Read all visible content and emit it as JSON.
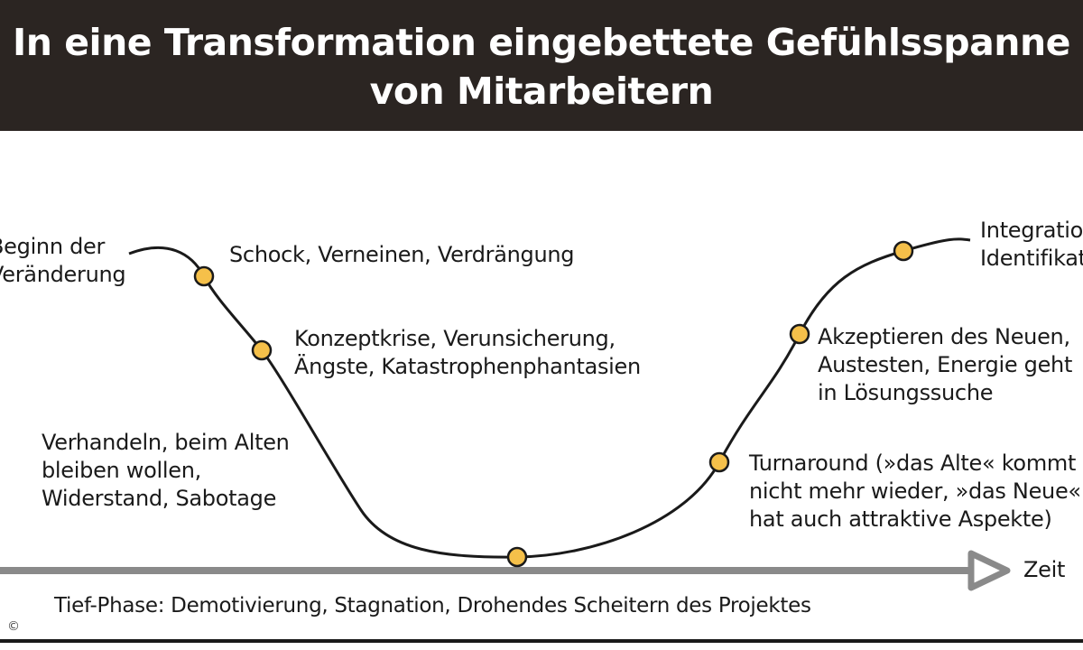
{
  "title": {
    "line1": "In eine Transformation eingebettete Gefühlsspanne",
    "line2": "von Mitarbeitern"
  },
  "stages": {
    "beginn": [
      "Beginn der",
      "Veränderung"
    ],
    "schock": [
      "Schock, Verneinen, Verdrängung"
    ],
    "konzept": [
      "Konzeptkrise, Verunsicherung,",
      "Ängste, Katastrophenphantasien"
    ],
    "verhandeln": [
      "Verhandeln, beim Alten",
      "bleiben wollen,",
      "Widerstand, Sabotage"
    ],
    "turnaround": [
      "Turnaround (»das Alte« kommt",
      "nicht mehr wieder, »das Neue«",
      "hat auch attraktive Aspekte)"
    ],
    "akzeptieren": [
      "Akzeptieren des Neuen,",
      "Austesten, Energie geht",
      "in Lösungssuche"
    ],
    "integration": [
      "Integration,",
      "Identifikation"
    ]
  },
  "axis": {
    "label": "Zeit",
    "phase_caption": "Tief-Phase: Demotivierung, Stagnation, Drohendes Scheitern des Projektes"
  },
  "copyright": "©",
  "colors": {
    "title_bg": "#2b2522",
    "curve": "#1a1a1a",
    "marker_fill": "#f5c04a",
    "axis": "#8a8a8a"
  }
}
